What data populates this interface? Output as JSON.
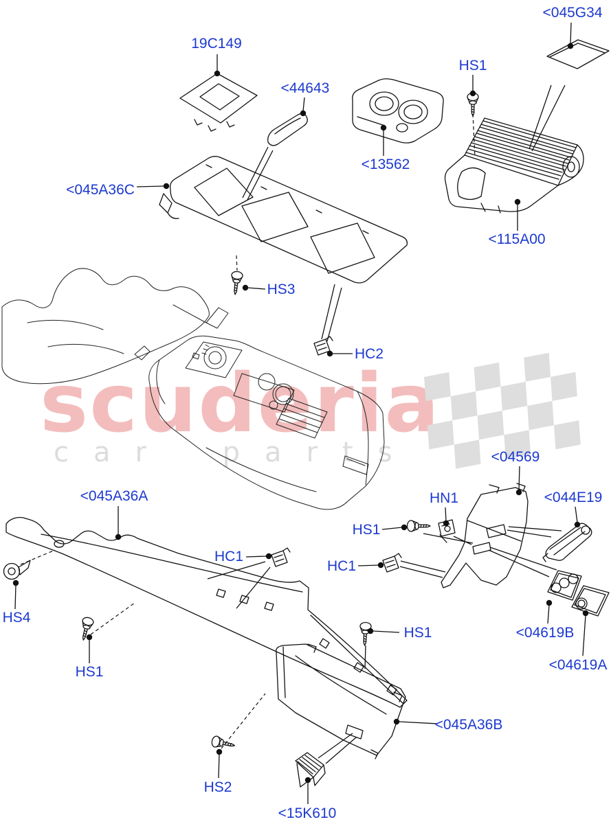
{
  "diagram": {
    "watermark": {
      "brand": "scuderia",
      "tagline": "car parts"
    },
    "colors": {
      "label_blue": "#1c39cf",
      "line_dark": "#111111",
      "watermark_pink": "#f3bdbd",
      "watermark_gray": "#dcdcdc",
      "flag_gray": "#dedede",
      "background": "#ffffff"
    },
    "labels": [
      {
        "id": "19C149",
        "text": "19C149"
      },
      {
        "id": "44643",
        "text": "<44643"
      },
      {
        "id": "045G34",
        "text": "<045G34"
      },
      {
        "id": "HS1-top",
        "text": "HS1"
      },
      {
        "id": "13562",
        "text": "<13562"
      },
      {
        "id": "115A00",
        "text": "<115A00"
      },
      {
        "id": "045A36C",
        "text": "<045A36C"
      },
      {
        "id": "HS3",
        "text": "HS3"
      },
      {
        "id": "HC2",
        "text": "HC2"
      },
      {
        "id": "04569",
        "text": "<04569"
      },
      {
        "id": "HN1",
        "text": "HN1"
      },
      {
        "id": "HS1-mid",
        "text": "HS1"
      },
      {
        "id": "044E19",
        "text": "<044E19"
      },
      {
        "id": "HC1-right",
        "text": "HC1"
      },
      {
        "id": "HC1-left",
        "text": "HC1"
      },
      {
        "id": "045A36A",
        "text": "<045A36A"
      },
      {
        "id": "HS4",
        "text": "HS4"
      },
      {
        "id": "HS1-bottom-left",
        "text": "HS1"
      },
      {
        "id": "HS1-mid-bottom",
        "text": "HS1"
      },
      {
        "id": "04619B",
        "text": "<04619B"
      },
      {
        "id": "04619A",
        "text": "<04619A"
      },
      {
        "id": "045A36B",
        "text": "<045A36B"
      },
      {
        "id": "HS2",
        "text": "HS2"
      },
      {
        "id": "15K610",
        "text": "<15K610"
      }
    ]
  }
}
